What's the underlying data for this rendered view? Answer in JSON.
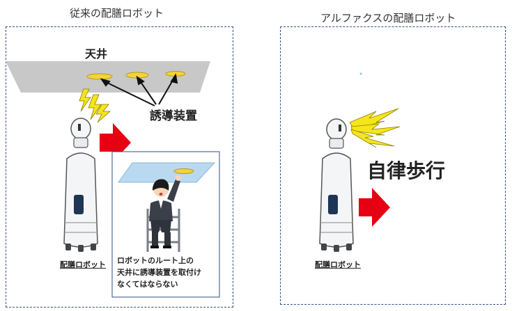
{
  "left_panel": {
    "title": "従来の配膳ロボット",
    "ceiling_label": "天井",
    "guide_label": "誘導装置",
    "robot_label": "配膳ロボット",
    "note_lines": [
      "ロボットのルート上の",
      "天井に誘導装置を取付け",
      "なくてはならない"
    ]
  },
  "right_panel": {
    "title": "アルファクスの配膳ロボット",
    "autonomy_label": "自律歩行",
    "robot_label": "配膳ロボット"
  },
  "colors": {
    "frame": "#2d4f86",
    "arrow": "#e60012",
    "lightning": "#f5e51b",
    "ceiling": "#c8c8c8",
    "ceiling_inset": "#b9d9f0",
    "guide_device": "#f2d43a"
  }
}
